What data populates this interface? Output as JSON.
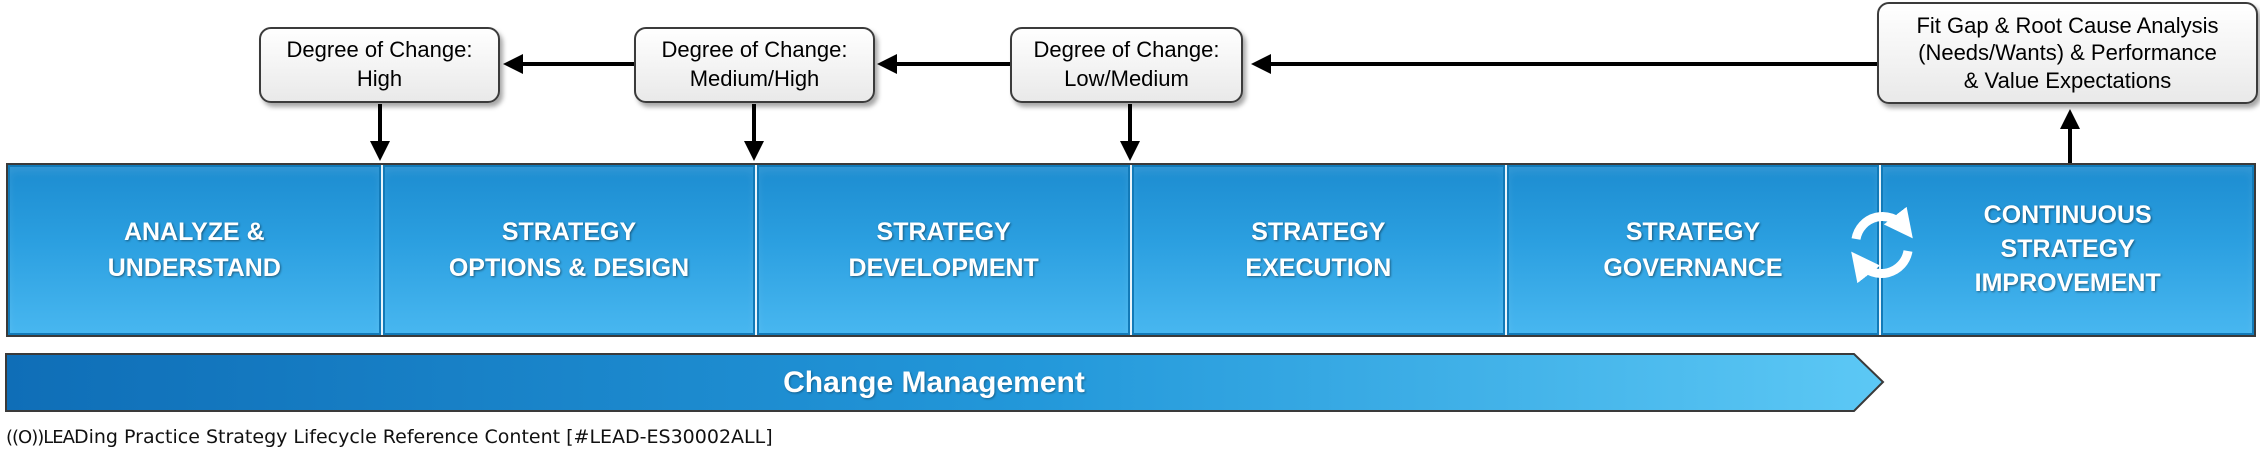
{
  "notes": {
    "high": {
      "lines": [
        "Degree of Change:",
        "High"
      ]
    },
    "medium_high": {
      "lines": [
        "Degree of Change:",
        "Medium/High"
      ]
    },
    "low_medium": {
      "lines": [
        "Degree of Change:",
        "Low/Medium"
      ]
    },
    "fit_gap": {
      "lines": [
        "Fit Gap & Root Cause Analysis",
        "(Needs/Wants) & Performance",
        "& Value Expectations"
      ]
    }
  },
  "phases": [
    {
      "lines": [
        "ANALYZE &",
        "UNDERSTAND"
      ]
    },
    {
      "lines": [
        "STRATEGY",
        "OPTIONS & DESIGN"
      ]
    },
    {
      "lines": [
        "STRATEGY",
        "DEVELOPMENT"
      ]
    },
    {
      "lines": [
        "STRATEGY",
        "EXECUTION"
      ]
    },
    {
      "lines": [
        "STRATEGY",
        "GOVERNANCE"
      ]
    },
    {
      "lines": [
        "CONTINUOUS",
        "STRATEGY",
        "IMPROVEMENT"
      ]
    }
  ],
  "change_management": {
    "label": "Change Management"
  },
  "footer": {
    "logo": "((O))LEA",
    "text": "Ding Practice Strategy Lifecycle Reference Content [#LEAD-ES30002ALL]"
  },
  "icons": {
    "cycle": "refresh-cycle-icon"
  },
  "colors": {
    "phase_dark": "#1c8cd0",
    "phase_light": "#48b7f0",
    "border": "#3a3a3a",
    "arrow": "#000000"
  }
}
